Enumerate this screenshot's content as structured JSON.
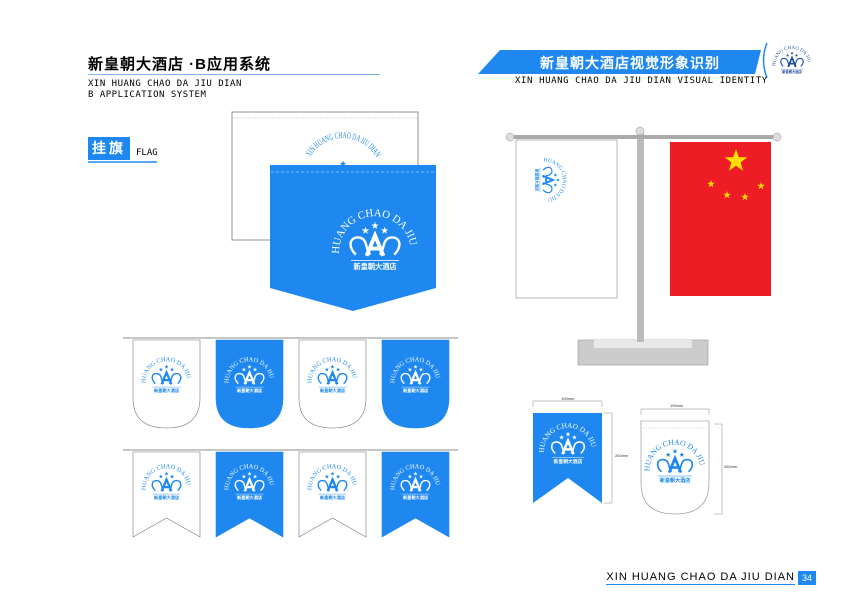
{
  "header": {
    "title": "新皇朝大酒店 ·B应用系统",
    "subtitle_line1": "XIN HUANG CHAO DA JIU DIAN",
    "subtitle_line2": "B APPLICATION SYSTEM",
    "banner_title": "新皇朝大酒店视觉形象识别",
    "banner_subtitle": "XIN HUANG CHAO DA JIU DIAN VISUAL IDENTITY"
  },
  "section": {
    "title_cn": "挂旗",
    "title_en": "FLAG"
  },
  "logo": {
    "arc_text": "XIN HUANG CHAO DA JIU DIAN",
    "name_cn": "新皇朝大酒店"
  },
  "dimensions": {
    "width_a": "190mm",
    "height_a": "260mm",
    "width_b": "190mm",
    "height_b": "260mm"
  },
  "footer": {
    "text": "XIN HUANG CHAO DA JIU DIAN",
    "page": "34"
  },
  "colors": {
    "brand_blue": "#1e88f0",
    "flag_red": "#ee1c25",
    "flag_yellow": "#ffde00"
  }
}
